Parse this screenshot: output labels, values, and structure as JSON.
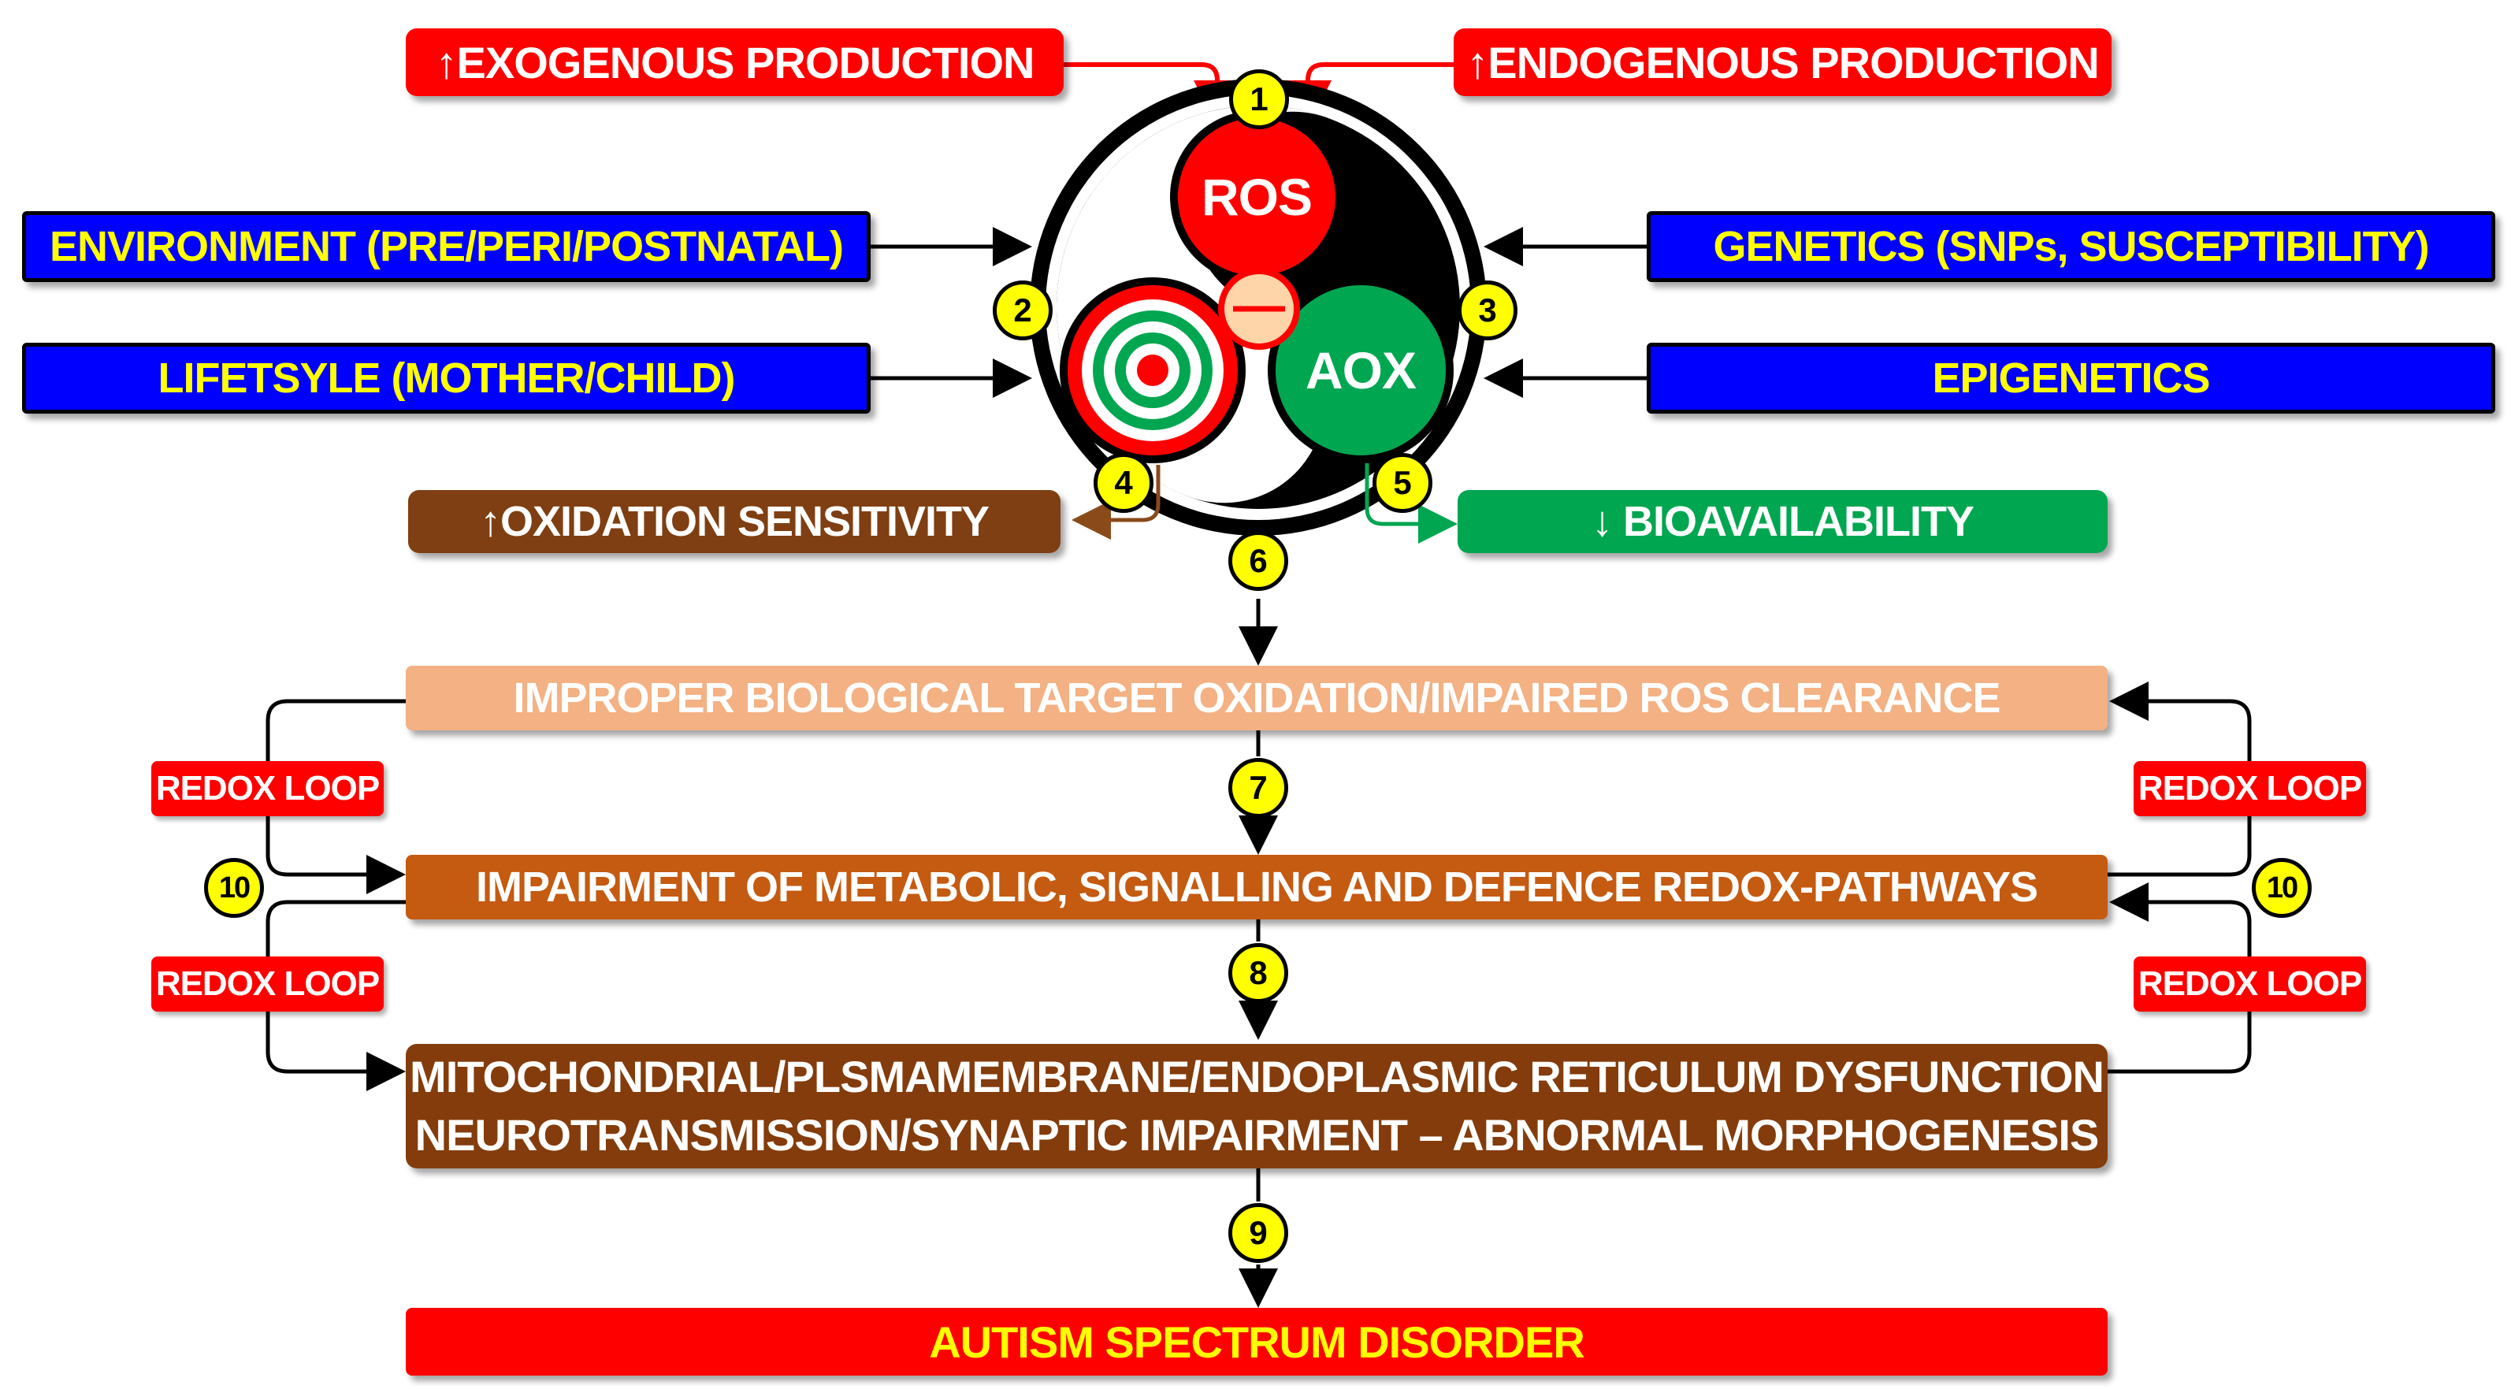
{
  "top": {
    "exogenous": "↑EXOGENOUS PRODUCTION",
    "endogenous": "↑ENDOGENOUS PRODUCTION"
  },
  "factors": {
    "environment": "ENVIRONMENT (PRE/PERI/POSTNATAL)",
    "lifestyle": "LIFETSYLE (MOTHER/CHILD)",
    "genetics": "GENETICS (SNPs, SUSCEPTIBILITY)",
    "epigenetics": "EPIGENETICS"
  },
  "center": {
    "ros": "ROS",
    "aox": "AOX"
  },
  "outcomes": {
    "oxidation_sensitivity": "↑OXIDATION SENSITIVITY",
    "bioavailability": "↓ BIOAVAILABILITY"
  },
  "chain": {
    "step1": "IMPROPER BIOLOGICAL TARGET OXIDATION/IMPAIRED ROS CLEARANCE",
    "step2": "IMPAIRMENT OF METABOLIC, SIGNALLING AND DEFENCE REDOX-PATHWAYS",
    "step3_line1": "MITOCHONDRIAL/PLSMAMEMBRANE/ENDOPLASMIC RETICULUM DYSFUNCTION",
    "step3_line2": "NEUROTRANSMISSION/SYNAPTIC IMPAIRMENT – ABNORMAL MORPHOGENESIS",
    "final": "AUTISM SPECTRUM DISORDER"
  },
  "loops": {
    "left_top": "REDOX LOOP",
    "left_bottom": "REDOX LOOP",
    "right_top": "REDOX LOOP",
    "right_bottom": "REDOX LOOP"
  },
  "badges": {
    "b1": "1",
    "b2": "2",
    "b3": "3",
    "b4": "4",
    "b5": "5",
    "b6": "6",
    "b7": "7",
    "b8": "8",
    "b9": "9",
    "b10_left": "10",
    "b10_right": "10"
  },
  "colors": {
    "ros": "#ff0000",
    "aox": "#00a650",
    "target_red": "#ff0000",
    "target_green": "#00a650",
    "minus_fill": "#fdd5a8",
    "badge": "#ffff00"
  }
}
